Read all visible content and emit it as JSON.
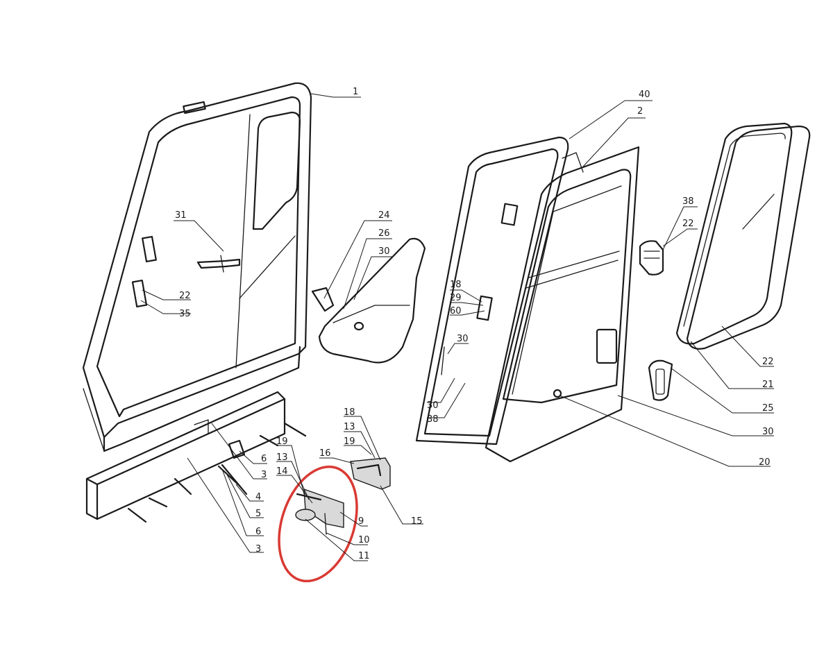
{
  "diagram": {
    "highlight_color": "#d93a34",
    "callouts": [
      {
        "id": "c1",
        "label": "1"
      },
      {
        "id": "c40",
        "label": "40"
      },
      {
        "id": "c2",
        "label": "2"
      },
      {
        "id": "c31",
        "label": "31"
      },
      {
        "id": "c24",
        "label": "24"
      },
      {
        "id": "c26",
        "label": "26"
      },
      {
        "id": "c30a",
        "label": "30"
      },
      {
        "id": "c38a",
        "label": "38"
      },
      {
        "id": "c22a",
        "label": "22"
      },
      {
        "id": "c22b",
        "label": "22"
      },
      {
        "id": "c35",
        "label": "35"
      },
      {
        "id": "c18a",
        "label": "18"
      },
      {
        "id": "c29",
        "label": "29"
      },
      {
        "id": "c60",
        "label": "60"
      },
      {
        "id": "c30b",
        "label": "30"
      },
      {
        "id": "c30c",
        "label": "30"
      },
      {
        "id": "c38b",
        "label": "38"
      },
      {
        "id": "c22c",
        "label": "22"
      },
      {
        "id": "c21",
        "label": "21"
      },
      {
        "id": "c25",
        "label": "25"
      },
      {
        "id": "c30d",
        "label": "30"
      },
      {
        "id": "c20",
        "label": "20"
      },
      {
        "id": "c18b",
        "label": "18"
      },
      {
        "id": "c13a",
        "label": "13"
      },
      {
        "id": "c19a",
        "label": "19"
      },
      {
        "id": "c16",
        "label": "16"
      },
      {
        "id": "c15",
        "label": "15"
      },
      {
        "id": "c19b",
        "label": "19"
      },
      {
        "id": "c13b",
        "label": "13"
      },
      {
        "id": "c14",
        "label": "14"
      },
      {
        "id": "c9",
        "label": "9"
      },
      {
        "id": "c10",
        "label": "10"
      },
      {
        "id": "c11",
        "label": "11"
      },
      {
        "id": "c6",
        "label": "6"
      },
      {
        "id": "c3a",
        "label": "3"
      },
      {
        "id": "c4",
        "label": "4"
      },
      {
        "id": "c5",
        "label": "5"
      },
      {
        "id": "c6b",
        "label": "6"
      },
      {
        "id": "c3b",
        "label": "3"
      }
    ]
  }
}
